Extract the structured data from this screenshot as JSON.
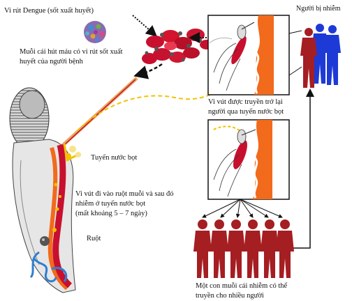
{
  "labels": {
    "virus_title": "Vi rút Dengue (sốt xuất huyết)",
    "mosquito_sucks": [
      "Muỗi cái hút máu có vi rút sốt xuất",
      "huyết của người bệnh"
    ],
    "infected_people": "Người bị nhiễm",
    "transmitted": [
      "Vi vút được truyền trở lại",
      "người qua tuyến nước bọt"
    ],
    "salivary_gland": "Tuyến nước bọt",
    "virus_gut": [
      "Vi vút đi vào ruột muỗi và sau đó",
      "nhiễm ở tuyến nước bọt",
      "(mất khoảng 5 – 7 ngày)"
    ],
    "gut": "Ruột",
    "one_mosquito": [
      "Một con muỗi cái nhiễm có thể",
      "truyền cho nhiều người"
    ]
  },
  "colors": {
    "blood_red": "#c8102e",
    "human_red": "#a51e22",
    "human_blue": "#1e3ad6",
    "skin_orange": "#f26a1b",
    "arrow_yellow": "#f2c200",
    "gut_blue": "#2f7fd0"
  },
  "icons": [
    "virus-icon",
    "blood-cells-icon",
    "mosquito-icon",
    "human-icon"
  ]
}
